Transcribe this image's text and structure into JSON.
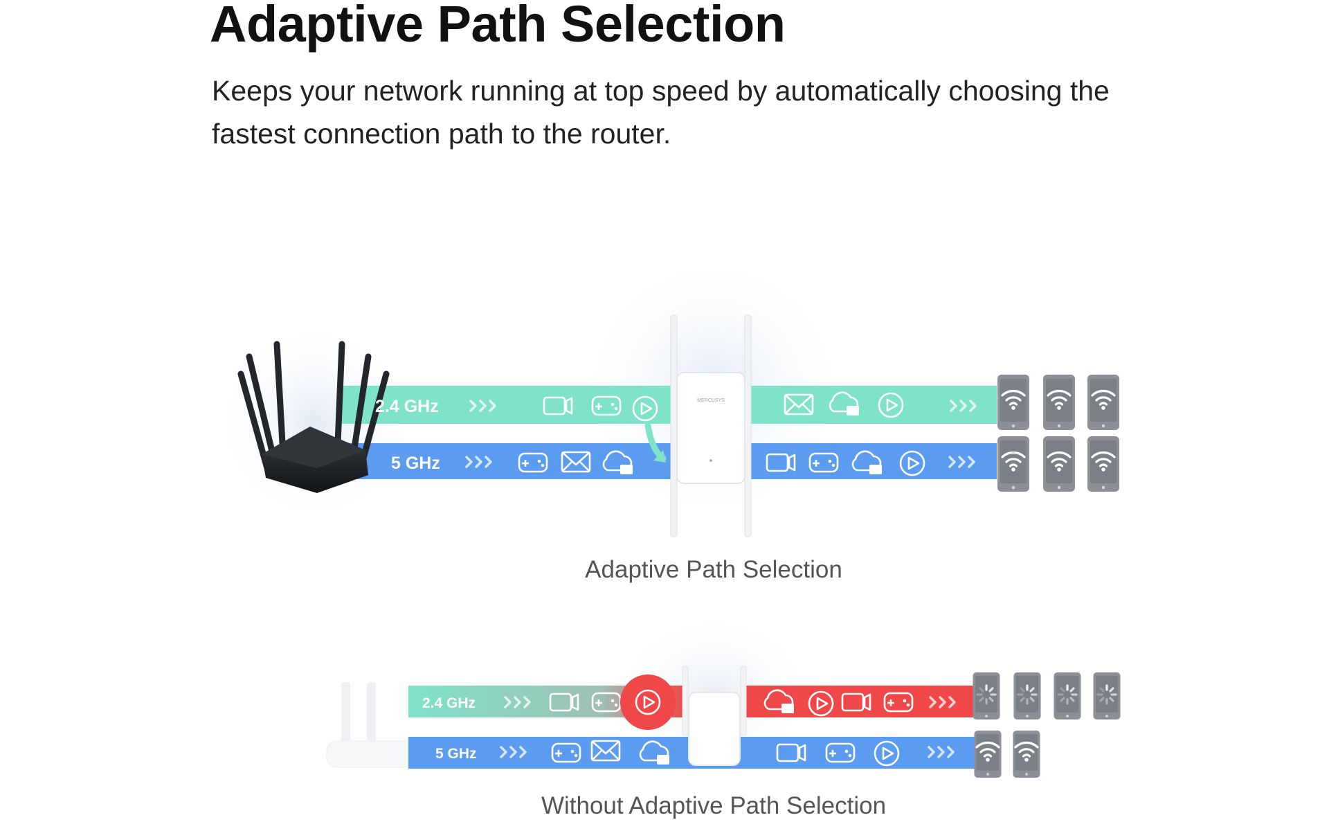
{
  "header": {
    "title": "Adaptive Path Selection",
    "subtitle": "Keeps your network running at top speed by automatically choosing the fastest connection path to the router."
  },
  "diagram_top": {
    "caption": "Adaptive Path Selection",
    "band_24_label": "2.4 GHz",
    "band_5_label": "5 GHz",
    "extender_brand": "MERCUSYS",
    "colors": {
      "band_24": "#7fe3c9",
      "band_5": "#5b9cf0"
    }
  },
  "diagram_bottom": {
    "caption": "Without Adaptive Path Selection",
    "band_24_label": "2.4 GHz",
    "band_5_label": "5 GHz",
    "colors": {
      "band_24": "#7fe3c9",
      "band_5": "#5b9cf0",
      "congested": "#f04848"
    }
  },
  "icons": [
    "video-icon",
    "gamepad-icon",
    "play-icon",
    "mail-icon",
    "cloud-icon",
    "wifi-icon",
    "phone-icon",
    "loading-icon",
    "router-icon",
    "extender-icon",
    "chevrons-icon"
  ]
}
